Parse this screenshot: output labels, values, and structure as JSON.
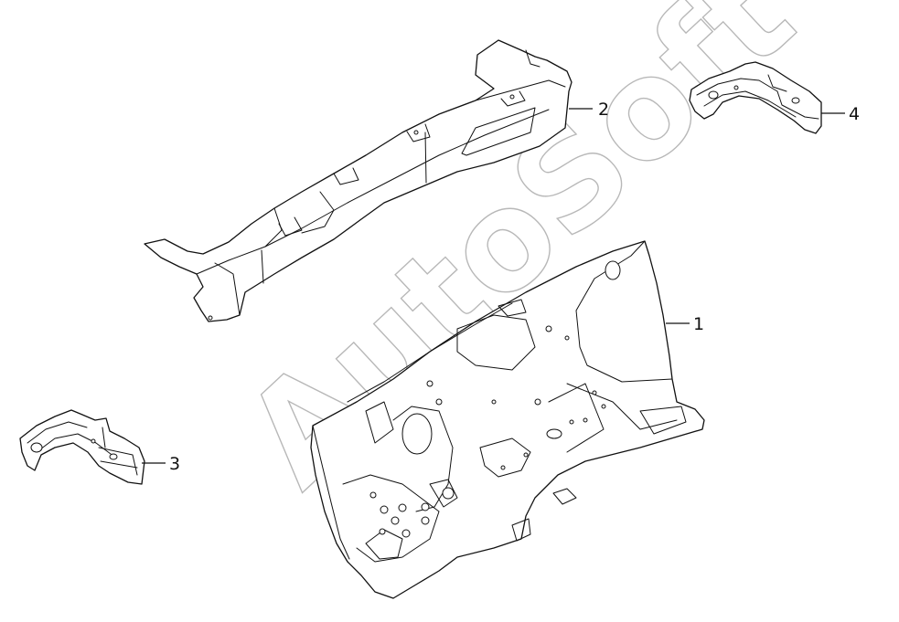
{
  "watermark": {
    "text": "AutoSoft",
    "color": "#b8b8b8"
  },
  "callouts": [
    {
      "id": "1",
      "label": "1"
    },
    {
      "id": "2",
      "label": "2"
    },
    {
      "id": "3",
      "label": "3"
    },
    {
      "id": "4",
      "label": "4"
    }
  ],
  "colors": {
    "line": "#111111",
    "background": "#ffffff"
  }
}
